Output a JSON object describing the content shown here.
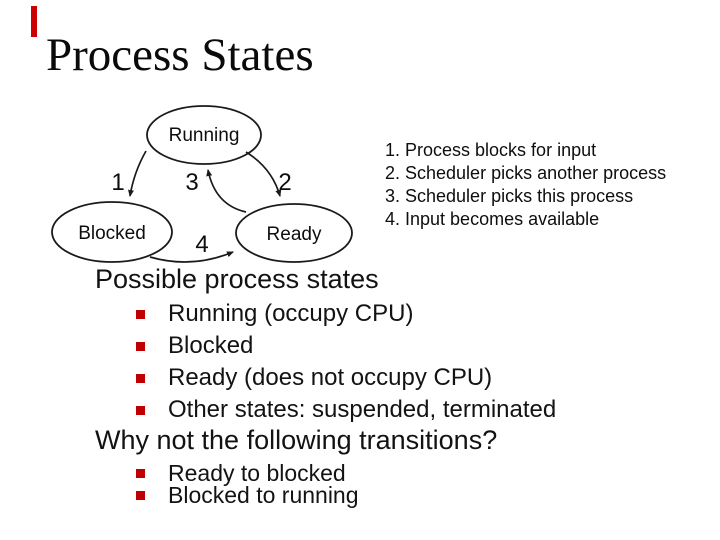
{
  "slide": {
    "title": "Process States"
  },
  "figure": {
    "states": {
      "running": "Running",
      "blocked": "Blocked",
      "ready": "Ready"
    },
    "transitions": {
      "t1": "1",
      "t2": "2",
      "t3": "3",
      "t4": "4"
    },
    "legend": [
      "1. Process blocks for input",
      "2. Scheduler picks another process",
      "3. Scheduler picks this process",
      "4. Input becomes available"
    ]
  },
  "body": {
    "possible": {
      "heading": "Possible process states",
      "bullets": [
        "Running (occupy CPU)",
        "Blocked",
        "Ready (does not occupy CPU)",
        "Other states: suspended, terminated"
      ]
    },
    "why": {
      "heading": "Why not the following transitions?",
      "bullets": [
        "Ready to blocked",
        "Blocked to running"
      ]
    }
  },
  "colors": {
    "accent_bar": "#cc0000",
    "bullet_square": "#c00000"
  }
}
